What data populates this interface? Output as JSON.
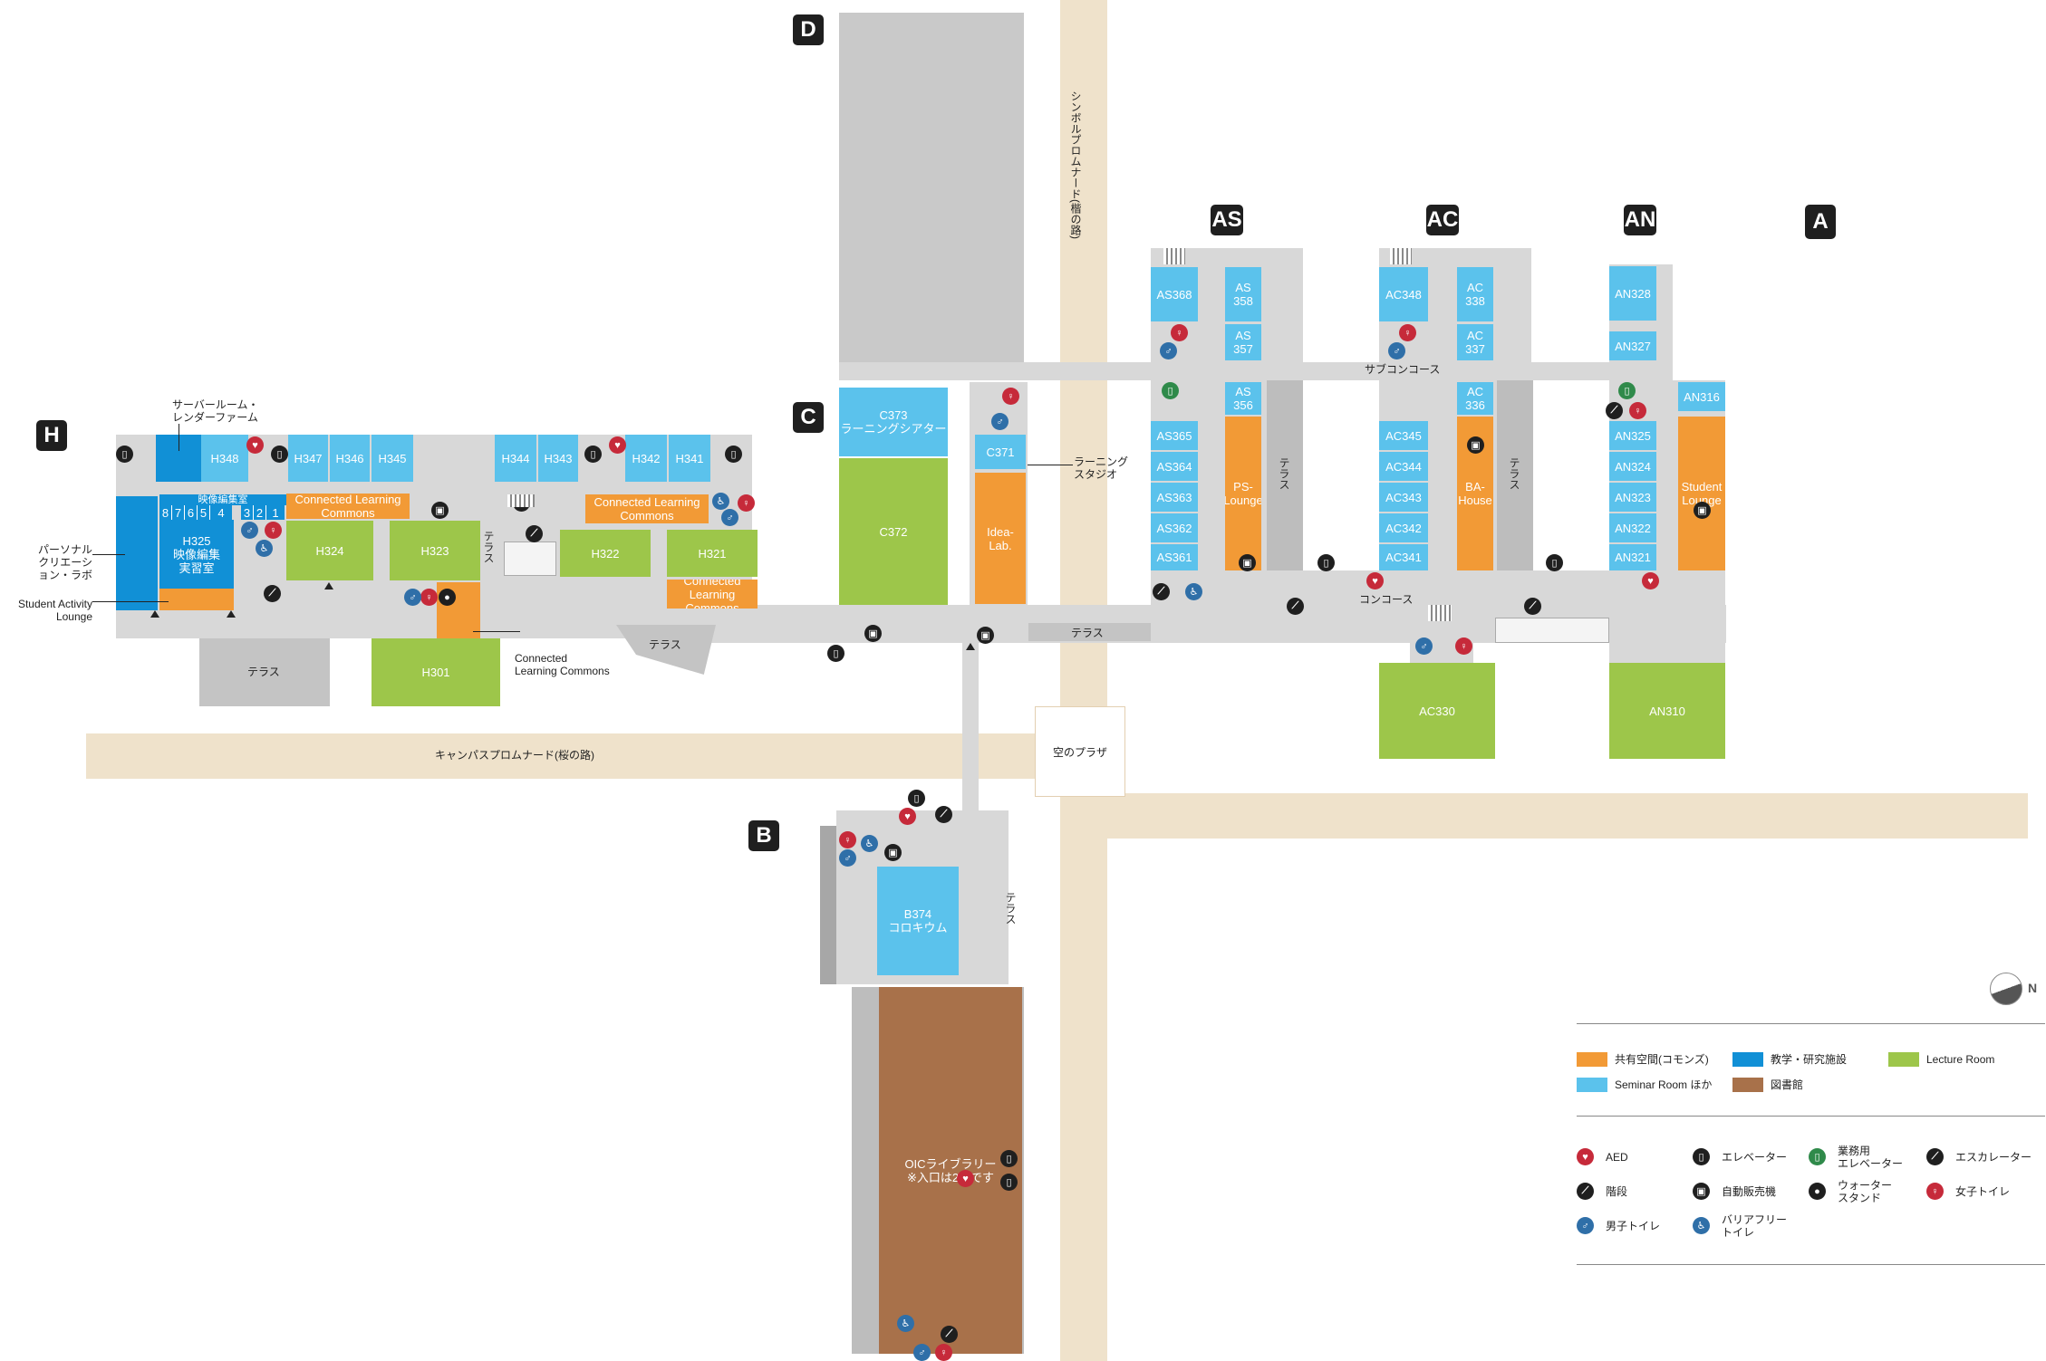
{
  "colors": {
    "commons": "#f29a36",
    "research": "#1190d6",
    "lecture": "#9dc64a",
    "seminar": "#5bc2ec",
    "library": "#a8714a",
    "promenade": "#efe2cb",
    "corridor": "#d8d8d8",
    "aed": "#c62a3a",
    "men": "#2f6fa8"
  },
  "buildings": {
    "D": "D",
    "C": "C",
    "AS": "AS",
    "AC": "AC",
    "AN": "AN",
    "A": "A",
    "H": "H",
    "B": "B"
  },
  "roads": {
    "symbol": "シンボルプロムナード(楷の路)",
    "campus": "キャンパスプロムナード(桜の路)",
    "plaza": "空のプラザ"
  },
  "labels": {
    "terrace": "テラス",
    "sub_concourse": "サブコンコース",
    "concourse": "コンコース",
    "learning_studio": "ラーニング\nスタジオ",
    "connected": "Connected\nLearning Commons",
    "server": "サーバールーム・\nレンダーファーム",
    "personal": "パーソナル\nクリエーション・ラボ",
    "sal": "Student Activity\nLounge"
  },
  "rooms": {
    "H348": "H348",
    "H347": "H347",
    "H346": "H346",
    "H345": "H345",
    "H344": "H344",
    "H343": "H343",
    "H342": "H342",
    "H341": "H341",
    "editing": "映像編集室",
    "n8": "8",
    "n7": "7",
    "n6": "6",
    "n5": "5",
    "n4": "4",
    "n3": "3",
    "n2": "2",
    "n1": "1",
    "H325": "H325\n映像編集\n実習室",
    "H324": "H324",
    "H323": "H323",
    "H322": "H322",
    "H321": "H321",
    "H301": "H301",
    "clc_a": "Connected Learning\nCommons",
    "clc_b": "Connected Learning\nCommons",
    "clc_c": "Connected Learning\nCommons",
    "C373": "C373\nラーニングシアター",
    "C372": "C372",
    "C371": "C371",
    "idea": "Idea-\nLab.",
    "AS368": "AS368",
    "AS358": "AS\n358",
    "AS357": "AS\n357",
    "AS356": "AS\n356",
    "AS365": "AS365",
    "AS364": "AS364",
    "AS363": "AS363",
    "AS362": "AS362",
    "AS361": "AS361",
    "ps": "PS-\nLounge",
    "AC348": "AC348",
    "AC338": "AC\n338",
    "AC337": "AC\n337",
    "AC336": "AC\n336",
    "AC345": "AC345",
    "AC344": "AC344",
    "AC343": "AC343",
    "AC342": "AC342",
    "AC341": "AC341",
    "ba": "BA-\nHouse",
    "AC330": "AC330",
    "AN328": "AN328",
    "AN327": "AN327",
    "AN316": "AN316",
    "AN325": "AN325",
    "AN324": "AN324",
    "AN323": "AN323",
    "AN322": "AN322",
    "AN321": "AN321",
    "sl": "Student\nLounge",
    "AN310": "AN310",
    "B374": "B374\nコロキウム",
    "library": "OICライブラリー\n※入口は2階です"
  },
  "legend": {
    "commons": "共有空間(コモンズ)",
    "research": "教学・研究施設",
    "lecture": "Lecture Room",
    "seminar": "Seminar Room ほか",
    "library": "図書館",
    "aed": "AED",
    "elevator": "エレベーター",
    "service_elevator": "業務用\nエレベーター",
    "escalator": "エスカレーター",
    "stairs": "階段",
    "vending": "自動販売機",
    "water": "ウォーター\nスタンド",
    "women": "女子トイレ",
    "men": "男子トイレ",
    "barrier_free": "バリアフリー\nトイレ"
  },
  "compass": "N"
}
